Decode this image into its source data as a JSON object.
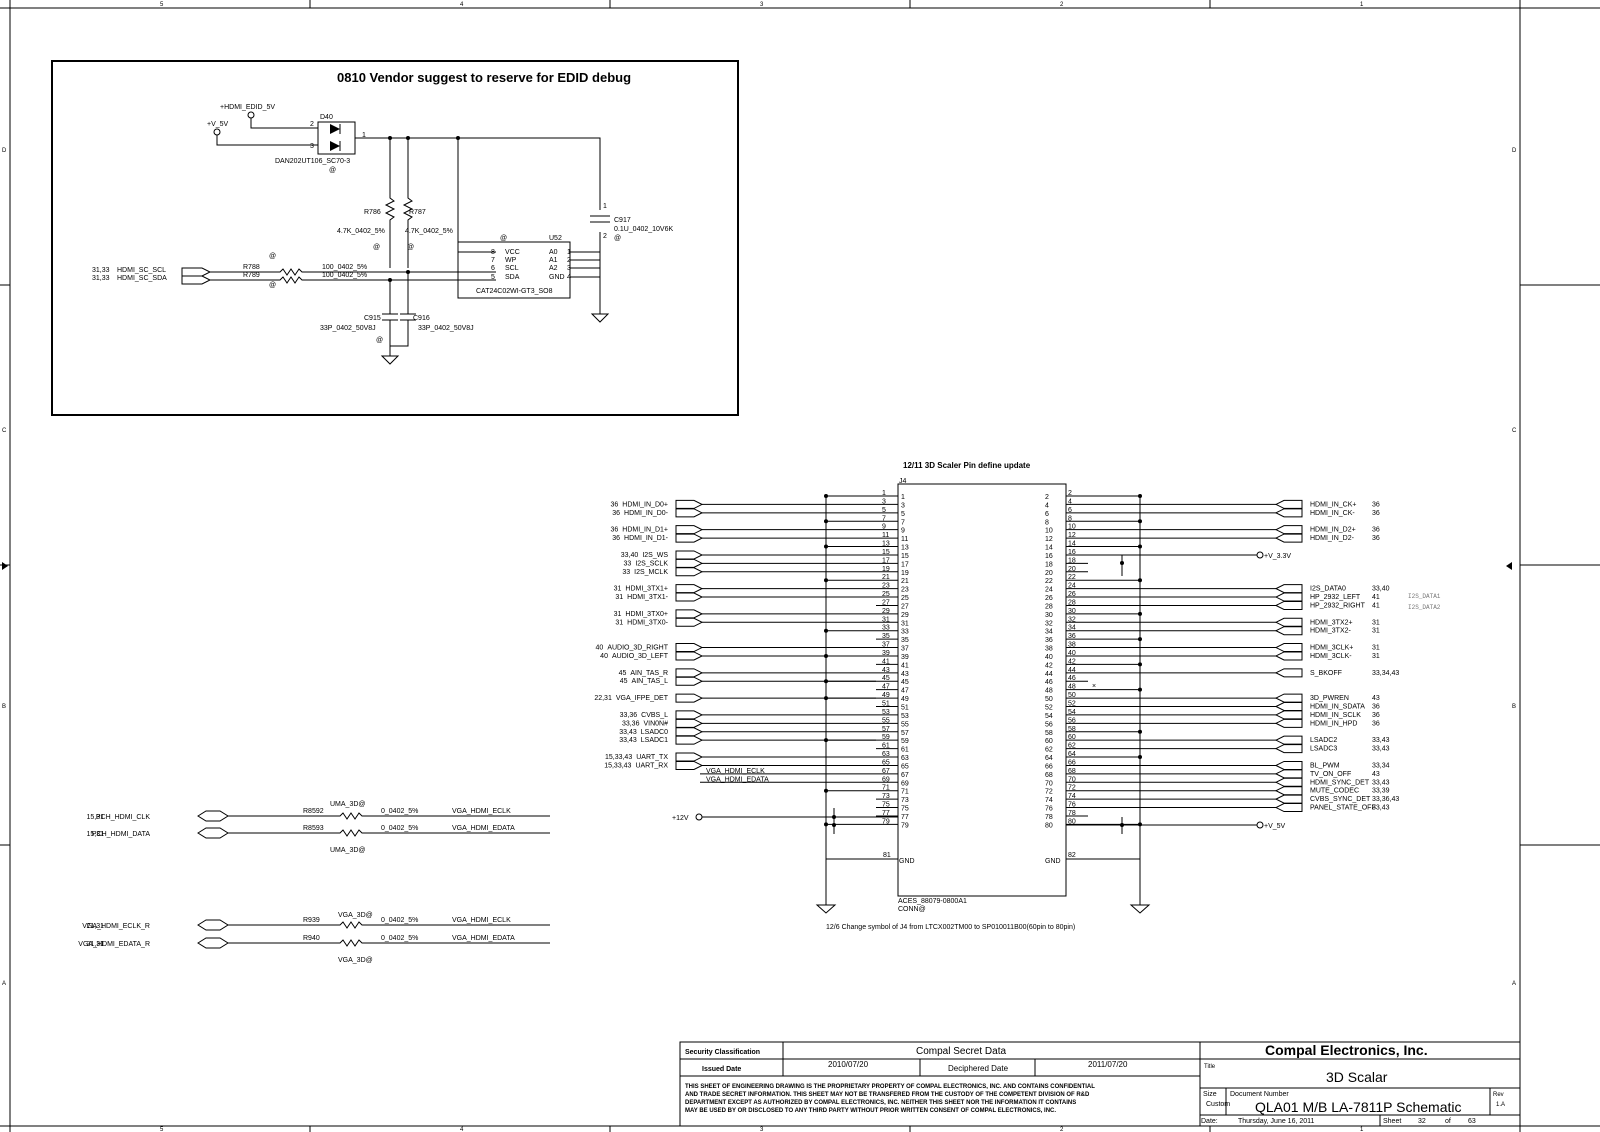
{
  "frame": {
    "col_labels": [
      "5",
      "4",
      "3",
      "2",
      "1"
    ],
    "row_labels": [
      "D",
      "C",
      "B",
      "A"
    ]
  },
  "edid_box": {
    "title": "0810 Vendor suggest to reserve for EDID debug",
    "hdmi_edid_5v": "+HDMI_EDID_5V",
    "v5v": "+V_5V",
    "d40": {
      "ref": "D40",
      "part": "DAN202UT106_SC70-3",
      "pin1": "1",
      "pin2": "2",
      "pin3": "3"
    },
    "r786": {
      "ref": "R786",
      "value": "4.7K_0402_5%"
    },
    "r787": {
      "ref": "R787",
      "value": "4.7K_0402_5%"
    },
    "r788": {
      "ref": "R788",
      "value": "100_0402_5%"
    },
    "r789": {
      "ref": "R789",
      "value": "100_0402_5%"
    },
    "c917": {
      "ref": "C917",
      "value": "0.1U_0402_10V6K"
    },
    "c915": {
      "ref": "C915",
      "value": "33P_0402_50V8J"
    },
    "c916": {
      "ref": "C916",
      "value": "33P_0402_50V8J"
    },
    "u52": {
      "ref": "U52",
      "part": "CAT24C02WI-GT3_SO8",
      "left_pins": [
        {
          "num": "8",
          "name": "VCC"
        },
        {
          "num": "7",
          "name": "WP"
        },
        {
          "num": "6",
          "name": "SCL"
        },
        {
          "num": "5",
          "name": "SDA"
        }
      ],
      "right_pins": [
        {
          "num": "1",
          "name": "A0"
        },
        {
          "num": "2",
          "name": "A1"
        },
        {
          "num": "3",
          "name": "A2"
        },
        {
          "num": "4",
          "name": "GND"
        }
      ]
    },
    "net_scl": {
      "ref": "31,33",
      "name": "HDMI_SC_SCL"
    },
    "net_sda": {
      "ref": "31,33",
      "name": "HDMI_SC_SDA"
    },
    "at": "@"
  },
  "connector": {
    "title": "12/11 3D Scaler Pin define update",
    "ref": "J4",
    "part": "ACES_88079-0800A1",
    "type": "CONN@",
    "gnd": "GND",
    "left_gnd_pin": "81",
    "right_gnd_pin": "82",
    "note": "12/6 Change symbol of J4 from LTCX002TM00 to SP010011B00(60pin to 80pin)",
    "plus12v": "+12V",
    "v33": "+V_3.3V",
    "v5": "+V_5V",
    "left_signals": [
      {
        "ref": "36",
        "name": "HDMI_IN_D0+"
      },
      {
        "ref": "36",
        "name": "HDMI_IN_D0-"
      },
      {
        "ref": "36",
        "name": "HDMI_IN_D1+"
      },
      {
        "ref": "36",
        "name": "HDMI_IN_D1-"
      },
      {
        "ref": "33,40",
        "name": "I2S_WS"
      },
      {
        "ref": "33",
        "name": "I2S_SCLK"
      },
      {
        "ref": "33",
        "name": "I2S_MCLK"
      },
      {
        "ref": "31",
        "name": "HDMI_3TX1+"
      },
      {
        "ref": "31",
        "name": "HDMI_3TX1-"
      },
      {
        "ref": "31",
        "name": "HDMI_3TX0+"
      },
      {
        "ref": "31",
        "name": "HDMI_3TX0-"
      },
      {
        "ref": "40",
        "name": "AUDIO_3D_RIGHT"
      },
      {
        "ref": "40",
        "name": "AUDIO_3D_LEFT"
      },
      {
        "ref": "45",
        "name": "AIN_TAS_R"
      },
      {
        "ref": "45",
        "name": "AIN_TAS_L"
      },
      {
        "ref": "22,31",
        "name": "VGA_IFPE_DET"
      },
      {
        "ref": "33,36",
        "name": "CVBS_L"
      },
      {
        "ref": "33,36",
        "name": "VIN0N#"
      },
      {
        "ref": "33,43",
        "name": "LSADC0"
      },
      {
        "ref": "33,43",
        "name": "LSADC1"
      },
      {
        "ref": "15,33,43",
        "name": "UART_TX"
      },
      {
        "ref": "15,33,43",
        "name": "UART_RX"
      },
      {
        "ref": "",
        "name": "VGA_HDMI_ECLK"
      },
      {
        "ref": "",
        "name": "VGA_HDMI_EDATA"
      }
    ],
    "right_signals": [
      {
        "name": "HDMI_IN_CK+",
        "ref": "36"
      },
      {
        "name": "HDMI_IN_CK-",
        "ref": "36"
      },
      {
        "name": "HDMI_IN_D2+",
        "ref": "36"
      },
      {
        "name": "HDMI_IN_D2-",
        "ref": "36"
      },
      {
        "name": "I2S_DATA0",
        "ref": "33,40"
      },
      {
        "name": "HP_2932_LEFT",
        "ref": "41"
      },
      {
        "name": "HP_2932_RIGHT",
        "ref": "41"
      },
      {
        "name": "HDMI_3TX2+",
        "ref": "31"
      },
      {
        "name": "HDMI_3TX2-",
        "ref": "31"
      },
      {
        "name": "HDMI_3CLK+",
        "ref": "31"
      },
      {
        "name": "HDMI_3CLK-",
        "ref": "31"
      },
      {
        "name": "S_BKOFF",
        "ref": "33,34,43"
      },
      {
        "name": "3D_PWREN",
        "ref": "43"
      },
      {
        "name": "HDMI_IN_SDATA",
        "ref": "36"
      },
      {
        "name": "HDMI_IN_SCLK",
        "ref": "36"
      },
      {
        "name": "HDMI_IN_HPD",
        "ref": "36"
      },
      {
        "name": "LSADC2",
        "ref": "33,43"
      },
      {
        "name": "LSADC3",
        "ref": "33,43"
      },
      {
        "name": "BL_PWM",
        "ref": "33,34"
      },
      {
        "name": "TV_ON_OFF",
        "ref": "43"
      },
      {
        "name": "HDMI_SYNC_DET",
        "ref": "33,43"
      },
      {
        "name": "MUTE_CODEC",
        "ref": "33,39"
      },
      {
        "name": "CVBS_SYNC_DET",
        "ref": "33,36,43"
      },
      {
        "name": "PANEL_STATE_OFF",
        "ref": "33,43"
      }
    ],
    "side_notes": [
      "I2S_DATA1",
      "I2S_DATA2"
    ]
  },
  "resistors": {
    "uma_tag": "UMA_3D@",
    "vga_tag": "VGA_3D@",
    "r8592": {
      "ref": "R8592",
      "value": "0_0402_5%",
      "net_in_ref": "15,31",
      "net_in": "PCH_HDMI_CLK",
      "net_out": "VGA_HDMI_ECLK"
    },
    "r8593": {
      "ref": "R8593",
      "value": "0_0402_5%",
      "net_in_ref": "15,31",
      "net_in": "PCH_HDMI_DATA",
      "net_out": "VGA_HDMI_EDATA"
    },
    "r939": {
      "ref": "R939",
      "value": "0_0402_5%",
      "net_in_ref": "21,31",
      "net_in": "VGA_HDMI_ECLK_R",
      "net_out": "VGA_HDMI_ECLK"
    },
    "r940": {
      "ref": "R940",
      "value": "0_0402_5%",
      "net_in_ref": "21,31",
      "net_in": "VGA_HDMI_EDATA_R",
      "net_out": "VGA_HDMI_EDATA"
    }
  },
  "title_block": {
    "security_label": "Security Classification",
    "security_value": "Compal Secret Data",
    "issued_label": "Issued Date",
    "issued_value": "2010/07/20",
    "deciphered_label": "Deciphered Date",
    "deciphered_value": "2011/07/20",
    "disclaimer": [
      "THIS SHEET OF ENGINEERING DRAWING IS THE PROPRIETARY PROPERTY OF COMPAL ELECTRONICS, INC. AND CONTAINS CONFIDENTIAL",
      "AND TRADE SECRET INFORMATION. THIS SHEET MAY NOT BE TRANSFERED FROM THE CUSTODY OF THE COMPETENT DIVISION OF R&D",
      "DEPARTMENT EXCEPT AS AUTHORIZED BY COMPAL ELECTRONICS, INC. NEITHER THIS SHEET NOR THE INFORMATION IT CONTAINS",
      "MAY BE USED BY OR DISCLOSED TO ANY THIRD PARTY WITHOUT PRIOR WRITTEN CONSENT OF COMPAL ELECTRONICS, INC."
    ],
    "company": "Compal Electronics, Inc.",
    "title_label": "Title",
    "title": "3D Scalar",
    "size_label": "Size",
    "size_value": "Custom",
    "docnum_label": "Document Number",
    "document": "QLA01 M/B LA-7811P Schematic",
    "rev_label": "Rev",
    "rev_value": "1.A",
    "date_label": "Date:",
    "date_value": "Thursday, June 16, 2011",
    "sheet_label": "Sheet",
    "sheet_value": "32",
    "of_label": "of",
    "of_value": "63"
  }
}
